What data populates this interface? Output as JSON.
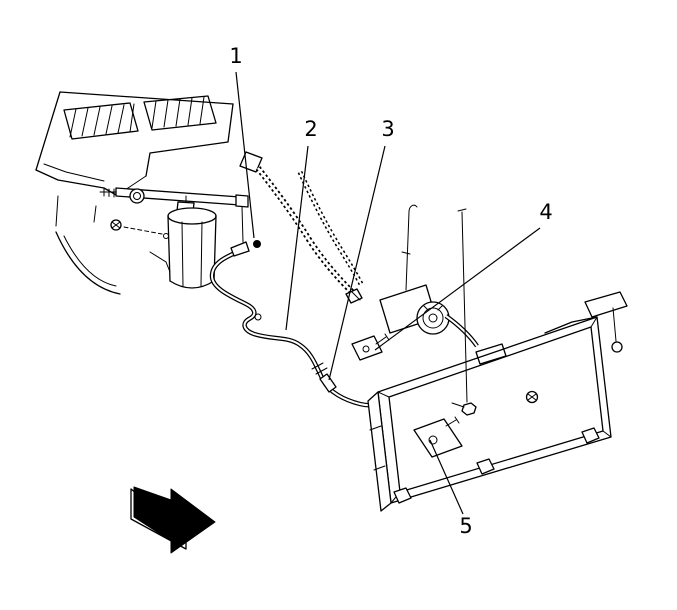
{
  "diagram": {
    "kind": "parts-callout-diagram",
    "callouts": [
      {
        "label": "1"
      },
      {
        "label": "2"
      },
      {
        "label": "3"
      },
      {
        "label": "4"
      },
      {
        "label": "5"
      }
    ]
  },
  "icons": {
    "direction_arrow": "front-direction-arrow"
  },
  "colors": {
    "line": "#000000",
    "background": "#ffffff",
    "arrow_fill": "#000000"
  }
}
